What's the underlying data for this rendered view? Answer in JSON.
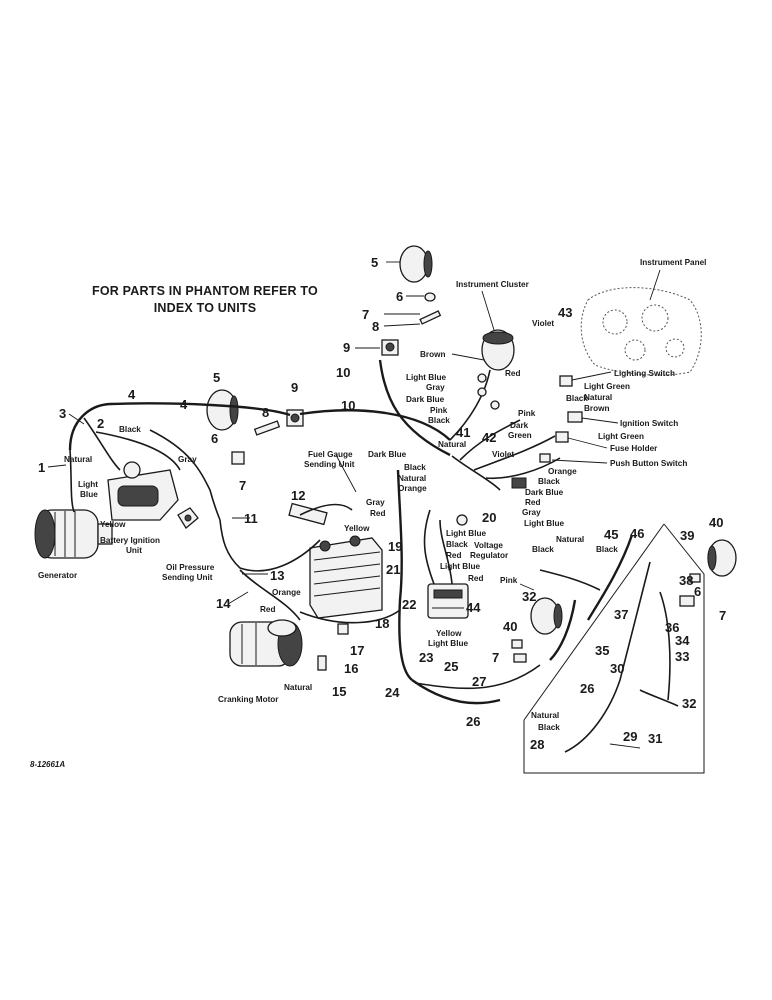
{
  "note": {
    "line1": "FOR PARTS IN PHANTOM REFER TO",
    "line2": "INDEX TO UNITS"
  },
  "drawing_code": "8-12661A",
  "numbers": [
    "1",
    "2",
    "3",
    "4",
    "4",
    "5",
    "5",
    "6",
    "6",
    "6",
    "7",
    "7",
    "7",
    "7",
    "8",
    "8",
    "9",
    "9",
    "10",
    "10",
    "11",
    "12",
    "13",
    "14",
    "15",
    "16",
    "17",
    "18",
    "19",
    "20",
    "21",
    "22",
    "23",
    "24",
    "25",
    "26",
    "26",
    "27",
    "28",
    "29",
    "30",
    "31",
    "32",
    "32",
    "33",
    "34",
    "35",
    "36",
    "37",
    "38",
    "39",
    "40",
    "40",
    "41",
    "42",
    "43",
    "44",
    "45",
    "46"
  ],
  "labels": {
    "instrument_panel": "Instrument Panel",
    "instrument_cluster": "Instrument Cluster",
    "violet_top": "Violet",
    "brown_left": "Brown",
    "light_blue_1": "Light Blue",
    "gray_1": "Gray",
    "dark_blue_1": "Dark Blue",
    "pink_1": "Pink",
    "black_1": "Black",
    "red_1": "Red",
    "lighting_switch": "Lighting Switch",
    "light_green_1": "Light Green",
    "black_2": "Black",
    "natural_1": "Natural",
    "pink_2": "Pink",
    "brown_2": "Brown",
    "ignition_switch": "Ignition Switch",
    "dark": "Dark",
    "green": "Green",
    "light_green_2": "Light Green",
    "fuse_holder": "Fuse Holder",
    "push_button_switch": "Push Button Switch",
    "natural_2": "Natural",
    "violet_2": "Violet",
    "orange_1": "Orange",
    "black_3": "Black",
    "dark_blue_2": "Dark Blue",
    "red_2": "Red",
    "gray_2": "Gray",
    "light_blue_2": "Light Blue",
    "fuel_gauge_1": "Fuel Gauge",
    "fuel_gauge_2": "Sending Unit",
    "dark_blue_3": "Dark Blue",
    "black_4": "Black",
    "natural_3": "Natural",
    "orange_2": "Orange",
    "gray_3": "Gray",
    "red_3": "Red",
    "yellow_1": "Yellow",
    "light_blue_3": "Light Blue",
    "black_5": "Black",
    "red_4": "Red",
    "light_blue_4": "Light Blue",
    "red_5": "Red",
    "yellow_2": "Yellow",
    "light_blue_5": "Light Blue",
    "voltage_regulator_1": "Voltage",
    "voltage_regulator_2": "Regulator",
    "black_6": "Black",
    "natural_4": "Natural",
    "black_7": "Black",
    "pink_3": "Pink",
    "black_8": "Black",
    "natural_5": "Natural",
    "light_1": "Light",
    "blue_1": "Blue",
    "gray_4": "Gray",
    "yellow_3": "Yellow",
    "battery_ignition_1": "Battery Ignition",
    "battery_ignition_2": "Unit",
    "generator": "Generator",
    "oil_pressure_1": "Oil Pressure",
    "oil_pressure_2": "Sending Unit",
    "orange_3": "Orange",
    "red_6": "Red",
    "natural_6": "Natural",
    "cranking_motor": "Cranking Motor",
    "natural_7": "Natural",
    "black_9": "Black"
  }
}
